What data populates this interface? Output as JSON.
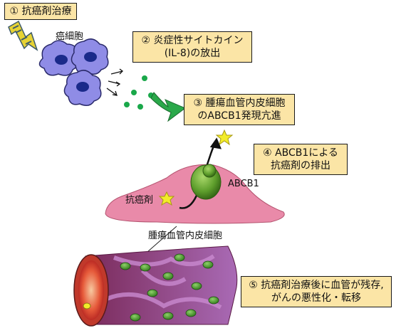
{
  "steps": {
    "step1": "① 抗癌剤治療",
    "step2_line1": "② 炎症性サイトカイン",
    "step2_line2": "(IL-8)の放出",
    "step3_line1": "③ 腫瘍血管内皮細胞",
    "step3_line2": "のABCB1発現亢進",
    "step4_line1": "④ ABCB1による",
    "step4_line2": "抗癌剤の排出",
    "step5_line1": "⑤ 抗癌剤治療後に血管が残存,",
    "step5_line2": "がんの悪性化・転移"
  },
  "labels": {
    "cancer_cells": "癌細胞",
    "abcb1": "ABCB1",
    "anticancer_drug": "抗癌剤",
    "endothelial_cell": "腫瘍血管内皮細胞"
  },
  "colors": {
    "box_fill": "#fbe5a6",
    "cancer_cell": "#8f8ce6",
    "nucleus": "#1a2a8a",
    "cytokine_dots": "#1aa84a",
    "green_arrow": "#2aa84a",
    "endothelial_cell": "#e98aa9",
    "abcb1": "#66a830",
    "drug_star": "#f2ec2a",
    "vessel_wall": "#c0392b",
    "vessel_tissue": "#9b5aa7"
  }
}
